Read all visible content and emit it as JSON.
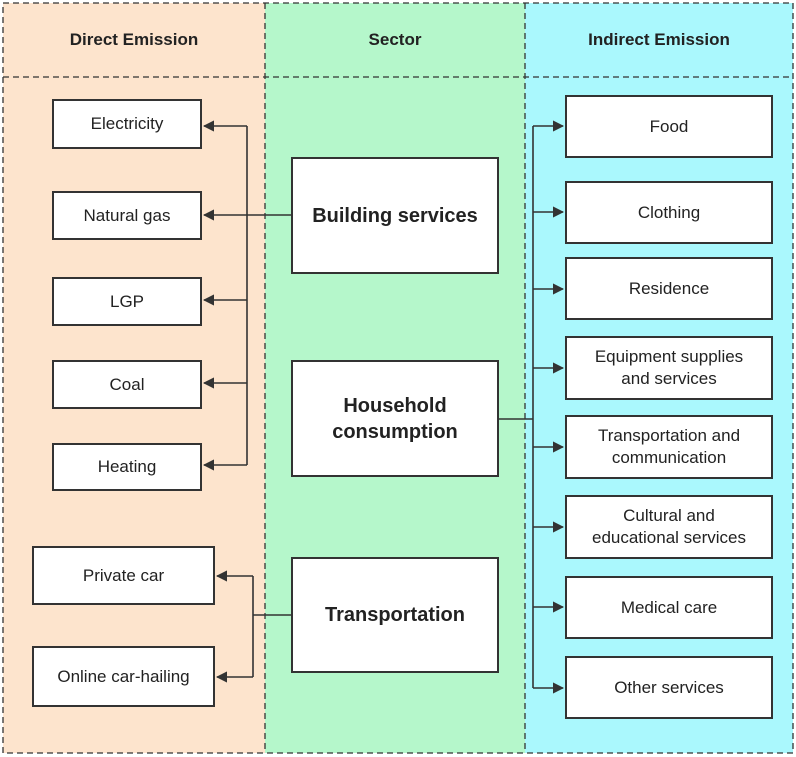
{
  "headers": {
    "direct": "Direct Emission",
    "sector": "Sector",
    "indirect": "Indirect Emission"
  },
  "direct_items": [
    "Electricity",
    "Natural gas",
    "LGP",
    "Coal",
    "Heating"
  ],
  "transport_items": [
    "Private car",
    "Online car-hailing"
  ],
  "sectors": {
    "building": "Building services",
    "household": "Household consumption",
    "transportation": "Transportation"
  },
  "indirect_items": [
    "Food",
    "Clothing",
    "Residence",
    "Equipment supplies and services",
    "Transportation and communication",
    "Cultural and educational  services",
    "Medical care",
    "Other services"
  ],
  "colors": {
    "direct_bg": "#fde4cd",
    "sector_bg": "#b5f7cb",
    "indirect_bg": "#aaf8fd",
    "line": "#333333"
  }
}
